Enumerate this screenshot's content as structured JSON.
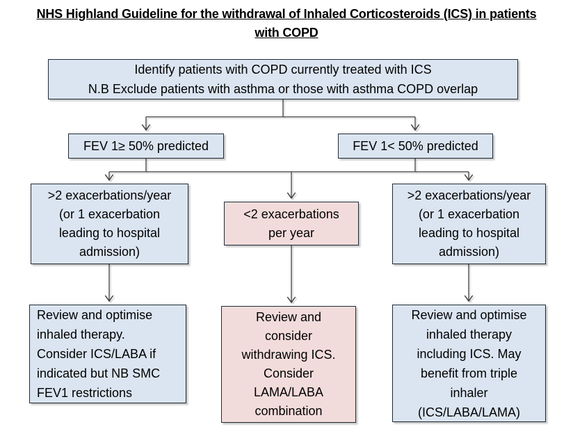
{
  "title": {
    "text": "NHS Highland Guideline for the withdrawal of Inhaled Corticosteroids (ICS) in patients\nwith COPD"
  },
  "colors": {
    "background": "#ffffff",
    "text": "#000000",
    "box_blue": "#dbe5f1",
    "box_pink": "#f2dcdb",
    "border": "#1f2a36",
    "connector": "#3f3f3f"
  },
  "flowchart": {
    "identify": "Identify patients with COPD currently treated with ICS\nN.B Exclude patients with asthma or those with asthma COPD overlap",
    "fev_ge_50": "FEV 1≥ 50% predicted",
    "fev_lt_50": "FEV 1< 50% predicted",
    "exacerbations_high_left": ">2 exacerbations/year\n(or 1 exacerbation\nleading to hospital\nadmission)",
    "exacerbations_low": "<2 exacerbations\nper year",
    "exacerbations_high_right": ">2 exacerbations/year\n(or 1 exacerbation\nleading to hospital\nadmission)",
    "outcome_left": "Review and optimise\ninhaled therapy.\nConsider ICS/LABA if\nindicated but NB SMC\nFEV1 restrictions",
    "outcome_middle": "Review and\nconsider\nwithdrawing ICS.\nConsider\nLAMA/LABA\ncombination",
    "outcome_right": "Review and optimise\ninhaled therapy\nincluding ICS. May\nbenefit from triple\ninhaler\n(ICS/LABA/LAMA)"
  }
}
